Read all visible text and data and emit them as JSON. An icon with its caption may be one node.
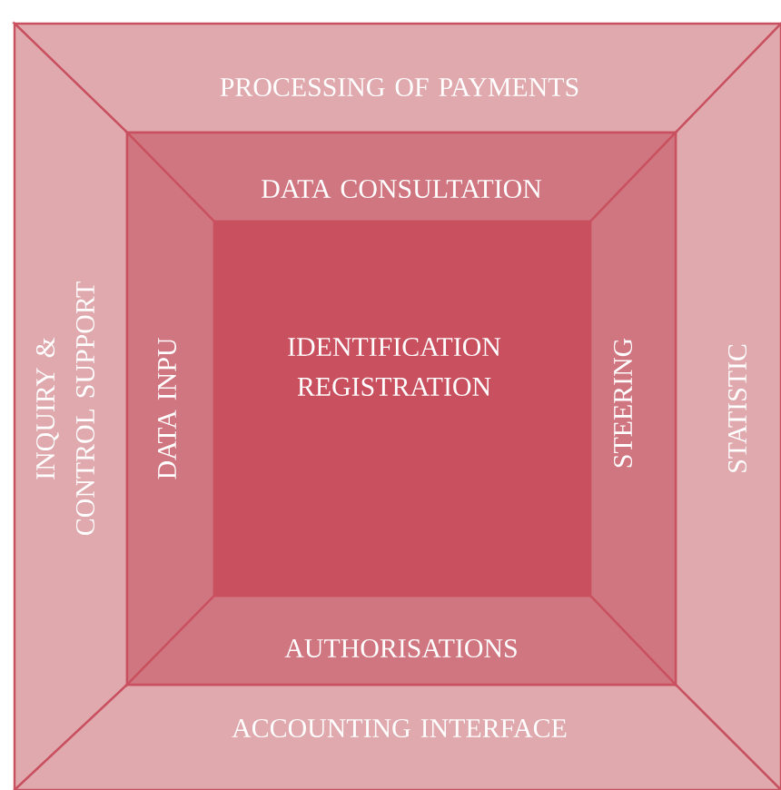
{
  "diagram": {
    "nodes": [
      {
        "text": [
          "PROCESSING OF PAYMENTS"
        ]
      },
      {
        "text": [
          "INQUIRY & CONTROL SUPPORT"
        ]
      },
      {
        "text": [
          "STATISTIC"
        ]
      },
      {
        "text": [
          "ACCOUNTING INTERFACE"
        ]
      },
      {
        "text": [
          "DATA CONSULTATION"
        ]
      },
      {
        "text": [
          "DATA INPU"
        ]
      },
      {
        "text": [
          "STEERING"
        ]
      },
      {
        "text": [
          "AUTHORISATIONS"
        ]
      },
      {
        "text": [
          "IDENTIFICATION REGISTRATION"
        ]
      }
    ]
  }
}
